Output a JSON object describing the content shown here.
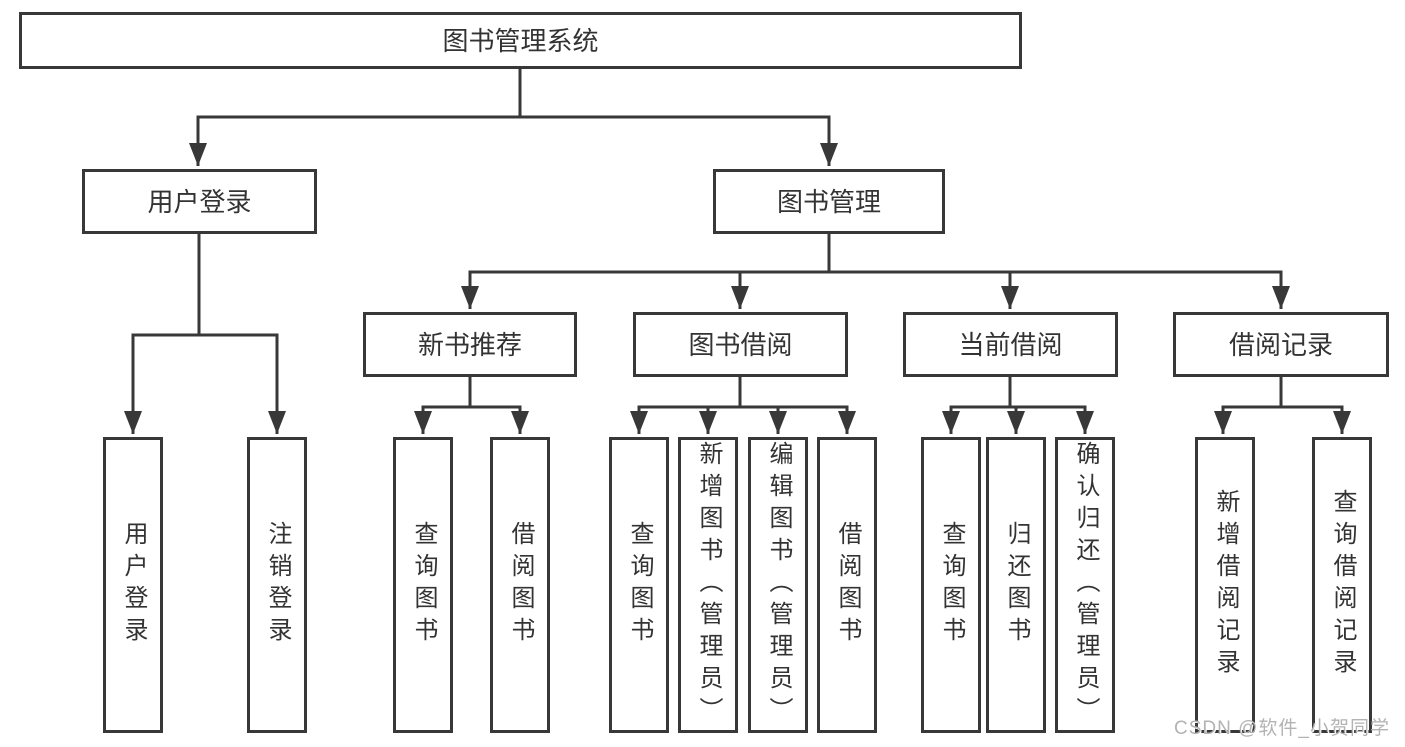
{
  "tree": {
    "root": {
      "label": "图书管理系统",
      "children": [
        {
          "label": "用户登录",
          "children": [
            {
              "label": "用户登录"
            },
            {
              "label": "注销登录"
            }
          ]
        },
        {
          "label": "图书管理",
          "children": [
            {
              "label": "新书推荐",
              "children": [
                {
                  "label": "查询图书"
                },
                {
                  "label": "借阅图书"
                }
              ]
            },
            {
              "label": "图书借阅",
              "children": [
                {
                  "label": "查询图书"
                },
                {
                  "label": "新增图书（管理员）"
                },
                {
                  "label": "编辑图书（管理员）"
                },
                {
                  "label": "借阅图书"
                }
              ]
            },
            {
              "label": "当前借阅",
              "children": [
                {
                  "label": "查询图书"
                },
                {
                  "label": "归还图书"
                },
                {
                  "label": "确认归还（管理员）"
                }
              ]
            },
            {
              "label": "借阅记录",
              "children": [
                {
                  "label": "新增借阅记录"
                },
                {
                  "label": "查询借阅记录"
                }
              ]
            }
          ]
        }
      ]
    }
  },
  "watermark": {
    "text": "CSDN @软件_小贺同学"
  },
  "colors": {
    "line": "#383838",
    "node_border": "#383838",
    "node_fill": "#ffffff",
    "text": "#333333",
    "watermark": "#b3b3b3",
    "background": "#ffffff"
  }
}
